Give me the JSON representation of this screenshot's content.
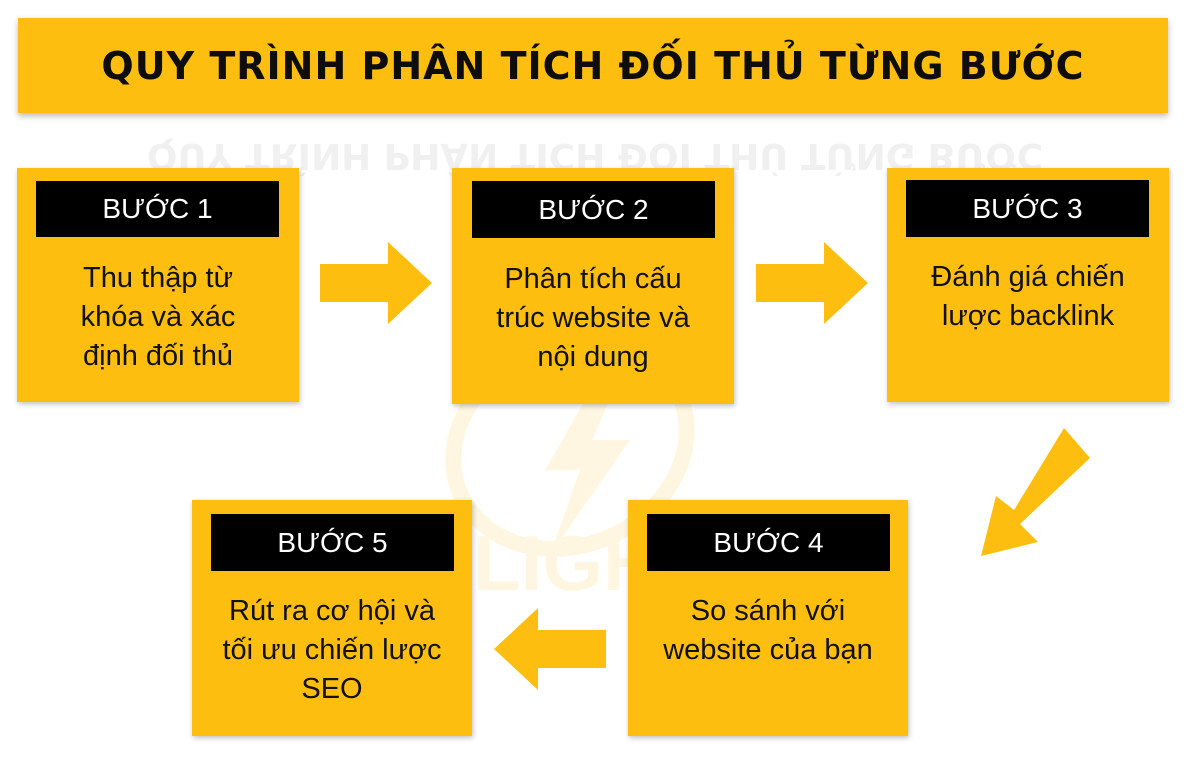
{
  "title": "QUY TRÌNH PHÂN TÍCH ĐỐI THỦ TỪNG BƯỚC",
  "watermark_brand": "LIGHT",
  "colors": {
    "card": "#FDBE0F",
    "label_bg": "#000000",
    "label_text": "#FFFFFF",
    "text": "#111111"
  },
  "steps": [
    {
      "label": "BƯỚC 1",
      "desc": "Thu thập từ\nkhóa và xác\nđịnh đối thủ"
    },
    {
      "label": "BƯỚC 2",
      "desc": "Phân tích cấu\ntrúc website và\nnội dung"
    },
    {
      "label": "BƯỚC 3",
      "desc": "Đánh giá chiến\nlược backlink"
    },
    {
      "label": "BƯỚC 4",
      "desc": "So sánh với\nwebsite của bạn"
    },
    {
      "label": "BƯỚC 5",
      "desc": "Rút ra cơ hội và\ntối ưu chiến lược\nSEO"
    }
  ]
}
